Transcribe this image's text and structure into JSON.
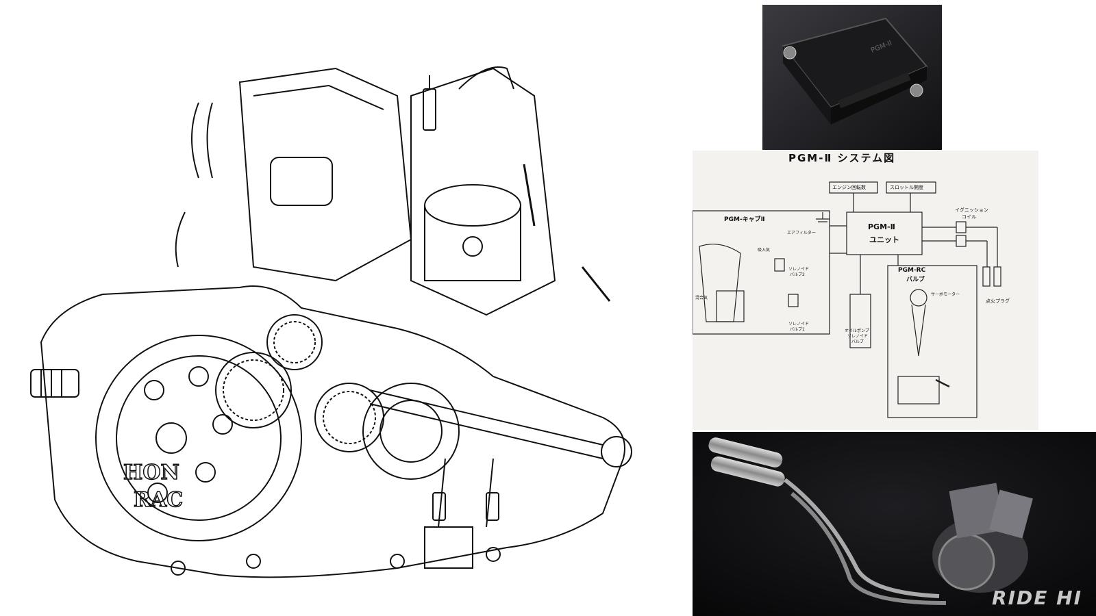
{
  "engine_illustration": {
    "cover_text_line1": "HON",
    "cover_text_line2": "RAC"
  },
  "system_diagram": {
    "title": "PGM-Ⅱ システム図",
    "unit_label_line1": "PGM-Ⅱ",
    "unit_label_line2": "ユニット",
    "engine_rpm_label": "エンジン回転数",
    "throttle_label": "スロットル開度",
    "ignition_coil_line1": "イグニッション",
    "ignition_coil_line2": "コイル",
    "spark_plug_label": "点火プラグ",
    "carb_section_label": "PGM-キャブⅡ",
    "air_filter_label": "エアフィルター",
    "intake_label": "吸入気",
    "solenoid2_line1": "ソレノイド",
    "solenoid2_line2": "バルブ2",
    "solenoid1_line1": "ソレノイド",
    "solenoid1_line2": "バルブ1",
    "oil_pump_line1": "オイルポンプ",
    "oil_pump_line2": "ソレノイド",
    "oil_pump_line3": "バルブ",
    "rc_section_line1": "PGM-RC",
    "rc_section_line2": "バルブ",
    "servo_label": "サーボモーター",
    "mixture_label": "混合気"
  },
  "watermark": "RIDE HI"
}
